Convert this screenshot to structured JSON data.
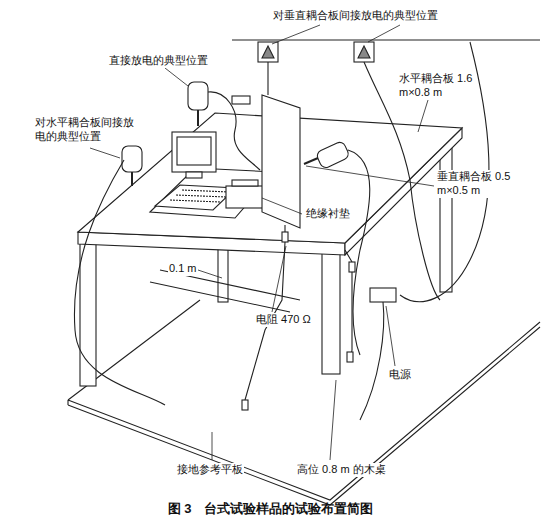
{
  "diagram": {
    "caption": "图 3　台式试验样品的试验布置简图",
    "labels": [
      "对垂直耦合板间接放电的典型位置",
      "直接放电的典型位置",
      "水平耦合板 1.6 m×0.8 m",
      "对水平耦合板间接放电的典型位置",
      "垂直耦合板 0.5 m×0.5 m",
      "绝缘衬垫",
      "0.1 m",
      "电阻 470 Ω",
      "电源",
      "接地参考平板",
      "高位 0.8 m 的木桌"
    ]
  }
}
